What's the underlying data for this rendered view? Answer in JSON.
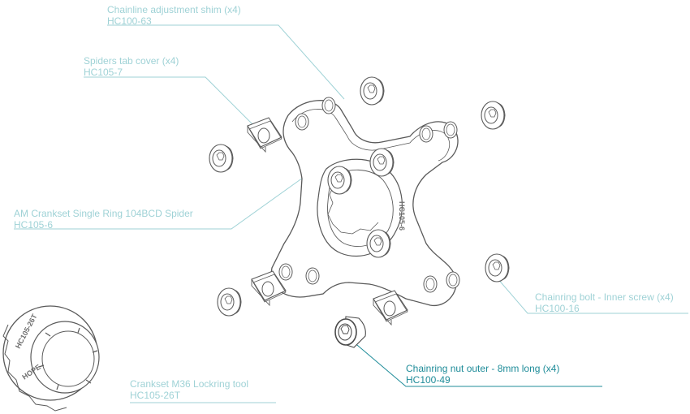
{
  "colors": {
    "line_art": "#5a5a5a",
    "callout_inactive": "#9fd2d6",
    "callout_active": "#1f8c99"
  },
  "callouts": [
    {
      "id": "shim",
      "name": "Chainline adjustment shim (x4)",
      "code": "HC100-63",
      "active": false
    },
    {
      "id": "tab-cover",
      "name": "Spiders tab cover (x4)",
      "code": "HC105-7",
      "active": false
    },
    {
      "id": "spider",
      "name": "AM Crankset Single Ring 104BCD Spider",
      "code": "HC105-6",
      "active": false
    },
    {
      "id": "bolt",
      "name": "Chainring bolt - Inner screw (x4)",
      "code": "HC100-16",
      "active": false
    },
    {
      "id": "nut",
      "name": "Chainring nut outer - 8mm long (x4)",
      "code": "HC100-49",
      "active": true
    },
    {
      "id": "tool",
      "name": "Crankset M36 Lockring tool",
      "code": "HC105-26T",
      "active": false
    }
  ],
  "part_markings": {
    "spider": "HC105-6",
    "tool": "HC105-26T",
    "tool_brand": "HOPE"
  }
}
